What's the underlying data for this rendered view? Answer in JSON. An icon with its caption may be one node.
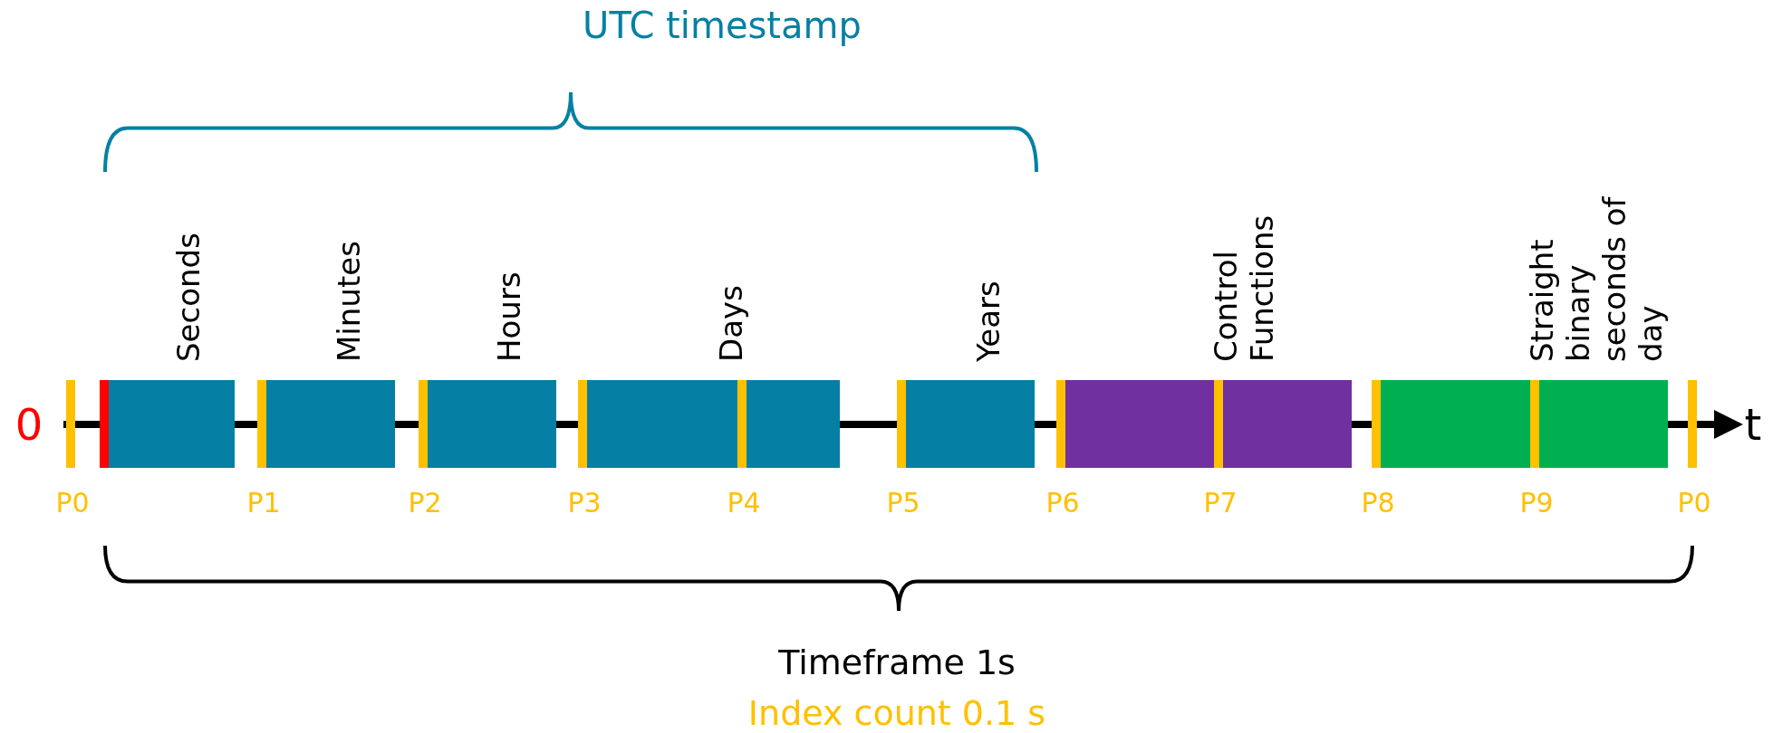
{
  "diagram": {
    "nodes": [
      {
        "text": [
          "Seconds"
        ]
      },
      {
        "text": [
          "Minutes"
        ]
      },
      {
        "text": [
          "Hours"
        ]
      },
      {
        "text": [
          "Days"
        ]
      },
      {
        "text": [
          "Years"
        ]
      },
      {
        "text": [
          "Control Functions"
        ]
      },
      {
        "text": [
          "Straight binary seconds of day"
        ]
      }
    ],
    "labels": [
      "UTC timestamp",
      "0",
      "P0",
      "P1",
      "P2",
      "P3",
      "P4",
      "P5",
      "P6",
      "P7",
      "P8",
      "P9",
      "P0",
      "t",
      "Timeframe 1s",
      "Index count 0.1 s"
    ]
  }
}
